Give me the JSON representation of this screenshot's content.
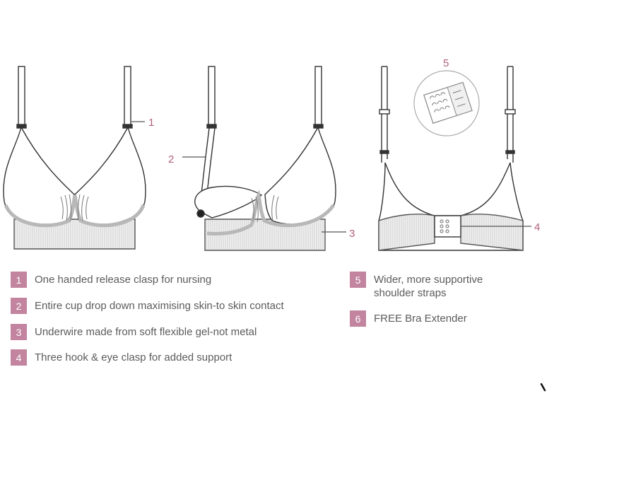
{
  "callout_numbers": {
    "n1": "1",
    "n2": "2",
    "n3": "3",
    "n4": "4",
    "n5": "5"
  },
  "features": [
    {
      "number": "1",
      "text": "One handed release clasp for nursing"
    },
    {
      "number": "2",
      "text": "Entire cup drop down maximising skin-to skin contact"
    },
    {
      "number": "3",
      "text": "Underwire made from soft flexible gel-not metal"
    },
    {
      "number": "4",
      "text": "Three hook & eye clasp for added support"
    },
    {
      "number": "5",
      "text": "Wider, more supportive shoulder straps"
    },
    {
      "number": "6",
      "text": "FREE Bra Extender"
    }
  ],
  "colors": {
    "accent": "#c2849f",
    "label": "#b0607e",
    "line": "#333333",
    "fill": "#e6e6e6"
  }
}
